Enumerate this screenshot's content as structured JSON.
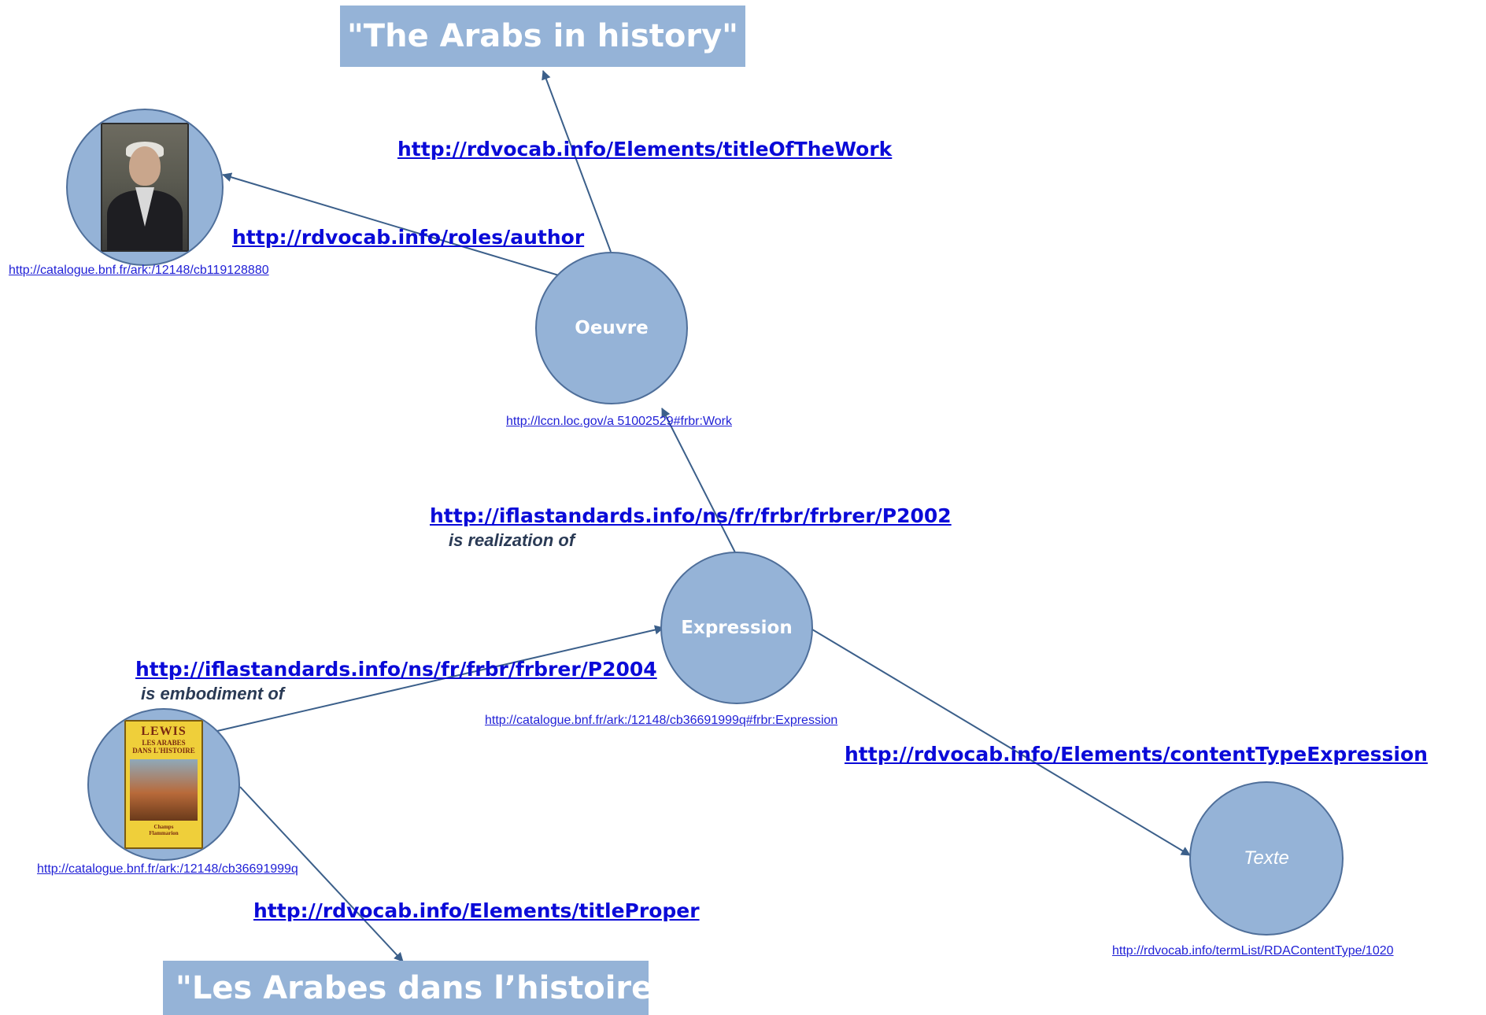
{
  "boxes": {
    "arabs_in_history": "\"The Arabs in history\"",
    "les_arabes": "\"Les Arabes dans l’histoire\""
  },
  "nodes": {
    "oeuvre": "Oeuvre",
    "expression": "Expression",
    "texte": "Texte"
  },
  "uris": {
    "author": "http://catalogue.bnf.fr/ark:/12148/cb119128880",
    "work": "http://lccn.loc.gov/a 51002529#frbr:Work",
    "expression": "http://catalogue.bnf.fr/ark:/12148/cb36691999q#frbr:Expression",
    "manifestation": "http://catalogue.bnf.fr/ark:/12148/cb36691999q",
    "content_type": "http://rdvocab.info/termList/RDAContentType/1020"
  },
  "properties": {
    "title_of_work": "http://rdvocab.info/Elements/titleOfTheWork",
    "author_role": "http://rdvocab.info/roles/author",
    "p2002": "http://iflastandards.info/ns/fr/frbr/frbrer/P2002",
    "p2002_gloss": "is realization of",
    "p2004": "http://iflastandards.info/ns/fr/frbr/frbrer/P2004",
    "p2004_gloss": "is embodiment of",
    "content_type_expression": "http://rdvocab.info/Elements/contentTypeExpression",
    "title_proper": "http://rdvocab.info/Elements/titleProper"
  },
  "book_cover": {
    "author": "LEWIS",
    "title": "LES ARABES\nDANS L'HISTOIRE",
    "publisher": "Champs\nFlammarion"
  },
  "colors": {
    "node_fill": "#95b3d7",
    "node_stroke": "#4f6f9a",
    "edge": "#3b5f8a",
    "link": "#0a0ad8"
  }
}
